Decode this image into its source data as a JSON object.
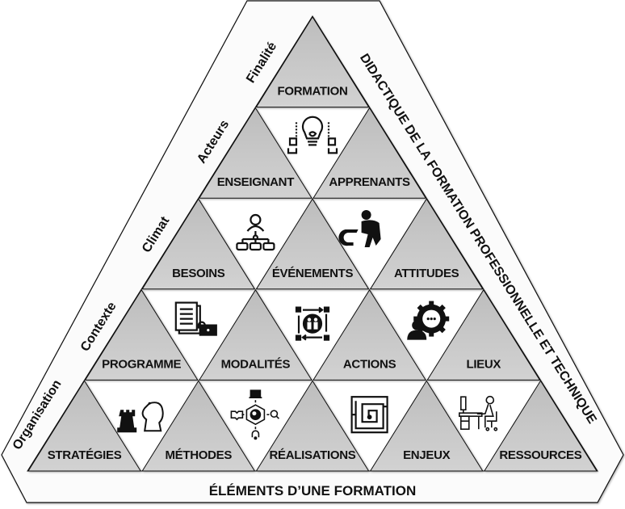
{
  "title_bottom": "ÉLÉMENTS D’UNE FORMATION",
  "title_right": "DIDACTIQUE DE LA FORMATION PROFESSIONNELLE ET TECHNIQUE",
  "left_labels": [
    "Finalité",
    "Acteurs",
    "Climat",
    "Contexte",
    "Organisation"
  ],
  "rows": [
    {
      "cells": [
        "FORMATION"
      ],
      "icons": []
    },
    {
      "cells": [
        "ENSEIGNANT",
        "APPRENANTS"
      ],
      "icons": [
        "teamwork-idea-icon"
      ]
    },
    {
      "cells": [
        "BESOINS",
        "ÉVÉNEMENTS",
        "ATTITUDES"
      ],
      "icons": [
        "org-chart-icon",
        "thinking-person-icon"
      ]
    },
    {
      "cells": [
        "PROGRAMME",
        "MODALITÉS",
        "ACTIONS",
        "LIEUX"
      ],
      "icons": [
        "document-lock-icon",
        "group-frame-icon",
        "gear-chat-icon"
      ]
    },
    {
      "cells": [
        "STRATÉGIES",
        "MÉTHODES",
        "RÉALISATIONS",
        "ENJEUX",
        "RESSOURCES"
      ],
      "icons": [
        "chess-icon",
        "learning-hub-icon",
        "maze-icon",
        "desk-worker-icon"
      ]
    }
  ],
  "colors": {
    "cell_fill": "#c8c8c8",
    "band_fill": "#ffffff",
    "stroke": "#111111"
  }
}
